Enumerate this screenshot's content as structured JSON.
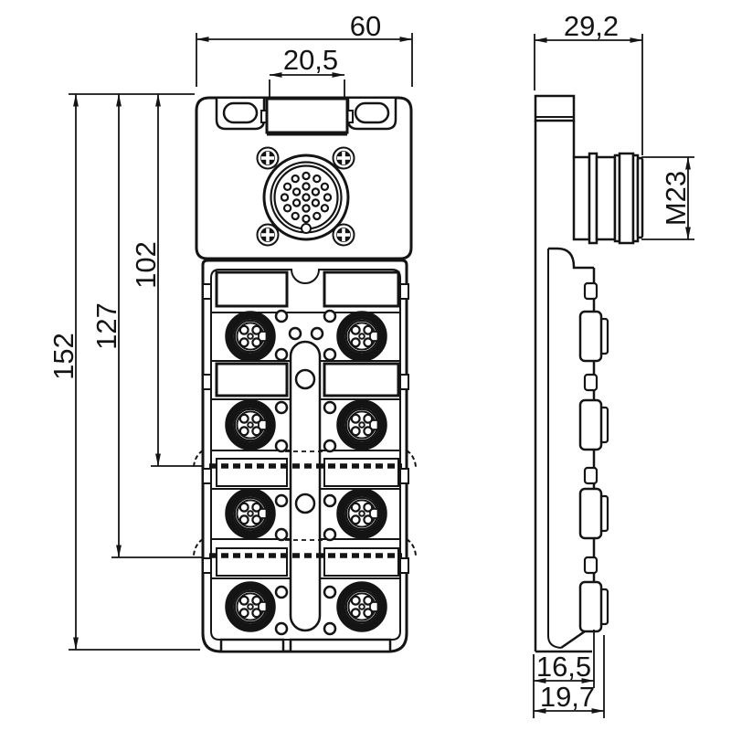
{
  "drawing": {
    "background_color": "#ffffff",
    "line_color": "#141414",
    "views": [
      {
        "id": "front-view"
      },
      {
        "id": "side-view"
      }
    ],
    "dimensions": {
      "front_width": "60",
      "top_connector_spacing": "20,5",
      "clamp_upper_offset": "102",
      "clamp_lower_offset": "127",
      "overall_height": "152",
      "side_depth": "29,2",
      "bus_connector_thread": "M23",
      "housing_depth": "16,5",
      "overall_depth": "19,7"
    },
    "features": {
      "m23_pin_count": 19,
      "m12_port_count": 8,
      "led_count": 20,
      "mounting_slot_count": 2
    }
  }
}
